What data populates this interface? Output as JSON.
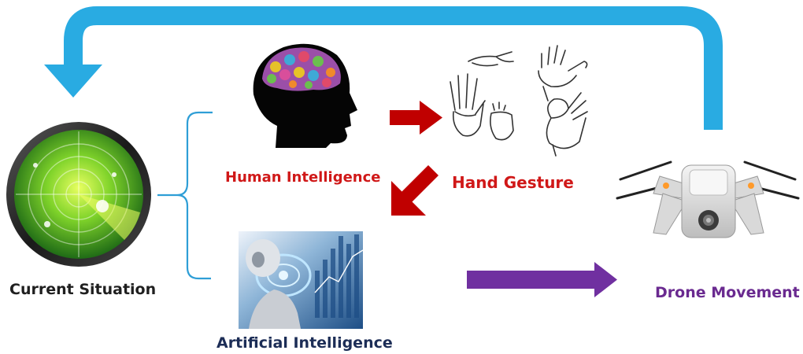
{
  "labels": {
    "current_situation": "Current Situation",
    "human_intelligence": "Human Intelligence",
    "hand_gesture": "Hand Gesture",
    "artificial_intelligence": "Artificial Intelligence",
    "drone_movement": "Drone Movement"
  },
  "colors": {
    "feedback_arrow": "#29abe2",
    "red_arrow": "#c00000",
    "purple_arrow": "#7030a0",
    "bracket": "#2e9ed6",
    "human_label": "#d01818",
    "ai_label": "#1c2d56",
    "drone_label": "#6a2a90"
  },
  "icons": [
    "radar-icon",
    "brain-head-icon",
    "hand-gestures-icon",
    "ai-robot-image",
    "drone-icon"
  ]
}
